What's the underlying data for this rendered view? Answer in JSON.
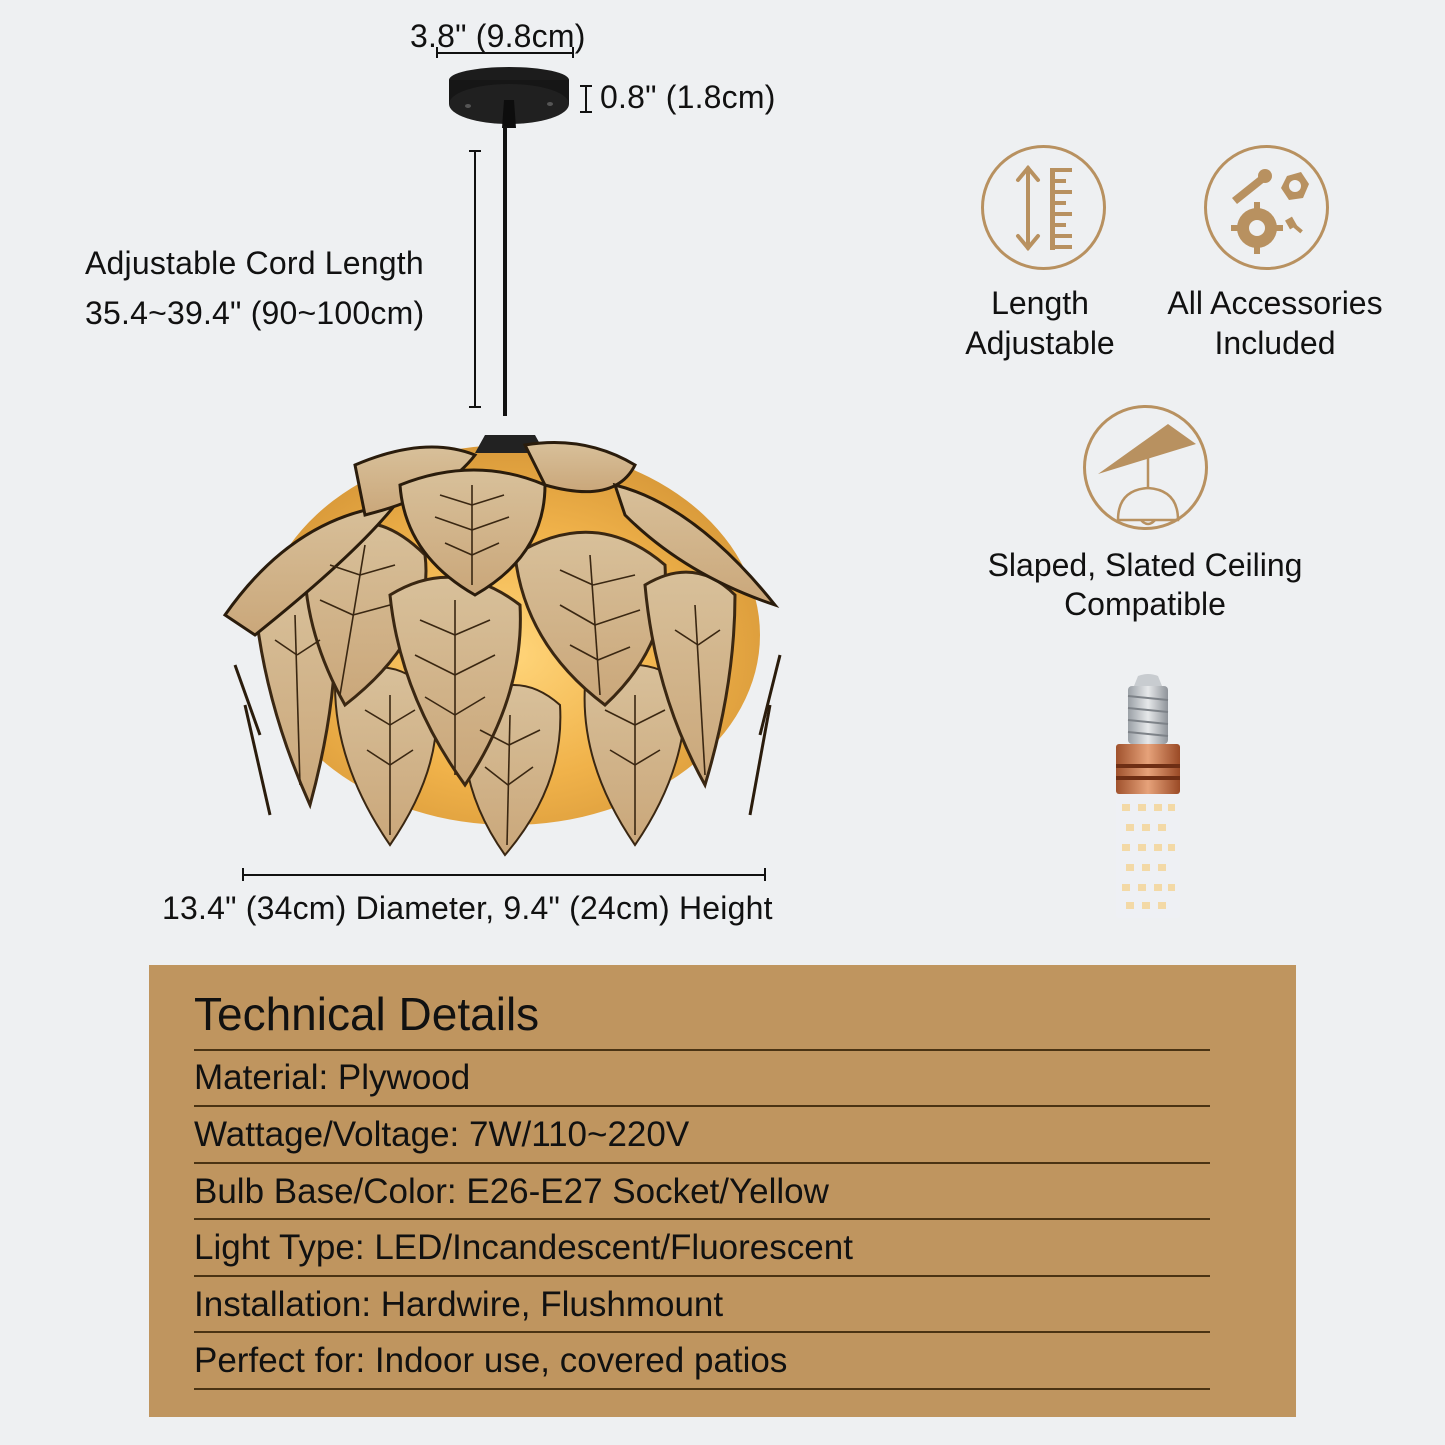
{
  "dimensions": {
    "canopy_width": "3.8\" (9.8cm)",
    "canopy_height": "0.8\" (1.8cm)",
    "cord_label": "Adjustable Cord Length",
    "cord_value": "35.4~39.4\" (90~100cm)",
    "shade_size": "13.4\" (34cm) Diameter, 9.4\" (24cm) Height"
  },
  "features": [
    {
      "icon": "ruler-arrow-icon",
      "line1": "Length",
      "line2": "Adjustable"
    },
    {
      "icon": "hardware-accessories-icon",
      "line1": "All Accessories",
      "line2": "Included"
    },
    {
      "icon": "sloped-ceiling-lamp-icon",
      "line1": "Slaped, Slated Ceiling",
      "line2": "Compatible"
    }
  ],
  "product": {
    "name": "leaf-pendant-lamp",
    "bulb": "led-corn-bulb"
  },
  "technical_details": {
    "title": "Technical Details",
    "rows": [
      "Material: Plywood",
      "Wattage/Voltage: 7W/110~220V",
      "Bulb Base/Color:  E26-E27 Socket/Yellow",
      "Light Type: LED/Incandescent/Fluorescent",
      "Installation: Hardwire, Flushmount",
      "Perfect for: Indoor use, covered patios"
    ]
  },
  "colors": {
    "background": "#eef0f2",
    "accent": "#b89160",
    "panel": "#bf955f",
    "rule": "#4a3313",
    "text": "#111111"
  }
}
